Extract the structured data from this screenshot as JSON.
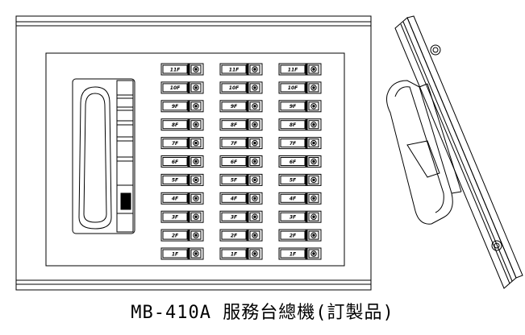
{
  "caption": "MB-410A 服務台總機(訂製品)",
  "columns": [
    {
      "floors": [
        "11F",
        "10F",
        "9F",
        "8F",
        "7F",
        "6F",
        "5F",
        "4F",
        "3F",
        "2F",
        "1F"
      ]
    },
    {
      "floors": [
        "11F",
        "10F",
        "9F",
        "8F",
        "7F",
        "6F",
        "5F",
        "4F",
        "3F",
        "2F",
        "1F"
      ]
    },
    {
      "floors": [
        "11F",
        "10F",
        "9F",
        "8F",
        "7F",
        "6F",
        "5F",
        "4F",
        "3F",
        "2F",
        "1F"
      ]
    }
  ]
}
